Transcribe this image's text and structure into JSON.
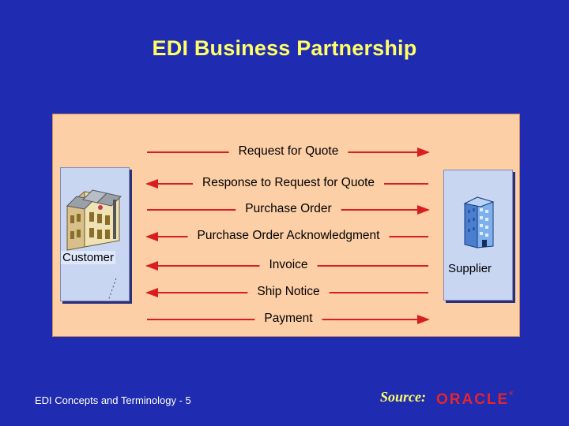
{
  "title": "EDI Business Partnership",
  "parties": {
    "customer": "Customer",
    "supplier": "Supplier",
    "customer_icon": "factory-icon",
    "supplier_icon": "office-building-icon"
  },
  "messages": [
    {
      "label": "Request for Quote",
      "direction": "to-supplier"
    },
    {
      "label": "Response to Request for Quote",
      "direction": "to-customer"
    },
    {
      "label": "Purchase Order",
      "direction": "to-supplier"
    },
    {
      "label": "Purchase Order Acknowledgment",
      "direction": "to-customer"
    },
    {
      "label": "Invoice",
      "direction": "to-customer"
    },
    {
      "label": "Ship Notice",
      "direction": "to-customer"
    },
    {
      "label": "Payment",
      "direction": "to-supplier"
    }
  ],
  "footer": {
    "left": "EDI Concepts and Terminology - 5",
    "source_label": "Source:",
    "logo_text": "ORACLE"
  },
  "colors": {
    "background": "#1f2bb0",
    "title": "#ffff66",
    "panel": "#fdcfa6",
    "arrow": "#d81e1e",
    "logo": "#e3262c"
  }
}
